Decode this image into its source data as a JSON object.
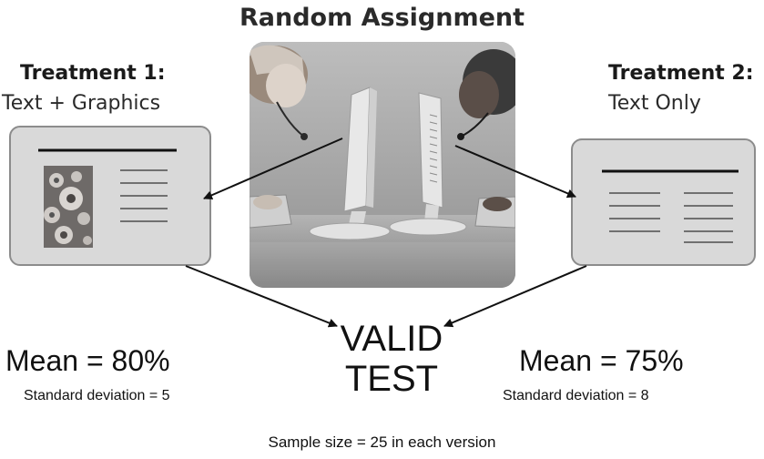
{
  "title": "Random Assignment",
  "treatment1": {
    "heading": "Treatment 1:",
    "description": "Text + Graphics",
    "mean": "Mean = 80%",
    "std_dev": "Standard deviation = 5"
  },
  "treatment2": {
    "heading": "Treatment 2:",
    "description": "Text Only",
    "mean": "Mean = 75%",
    "std_dev": "Standard deviation = 8"
  },
  "result": {
    "line1": "VALID",
    "line2": "TEST"
  },
  "footer": "Sample size = 25 in each version",
  "colors": {
    "panel_fill": "#d9d9d9",
    "panel_border": "#8c8c8c",
    "text": "#111111"
  }
}
